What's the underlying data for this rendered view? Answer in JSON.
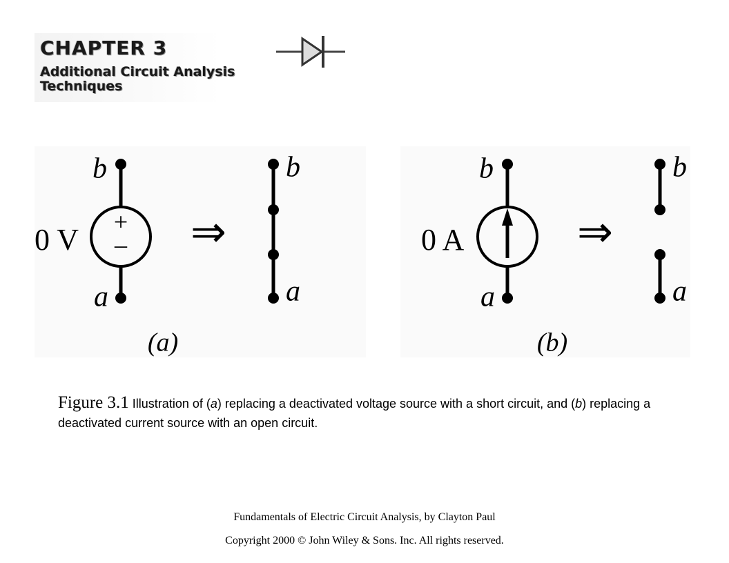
{
  "banner": {
    "title": "CHAPTER 3",
    "subtitle": "Additional Circuit Analysis Techniques",
    "icon": "diode-icon"
  },
  "figure": {
    "panel_a": {
      "source_label": "0 V",
      "plus_sign": "+",
      "minus_sign": "–",
      "arrow": "⇒",
      "node_top": "b",
      "node_bottom": "a",
      "result_node_top": "b",
      "result_node_bottom": "a",
      "panel_label": "(a)"
    },
    "panel_b": {
      "source_label": "0 A",
      "arrow": "⇒",
      "node_top": "b",
      "node_bottom": "a",
      "result_node_top": "b",
      "result_node_bottom": "a",
      "panel_label": "(b)"
    }
  },
  "caption": {
    "label": "Figure 3.1",
    "text_1": "Illustration of (",
    "em_a": "a",
    "text_2": ") replacing a deactivated voltage source with a short circuit, and (",
    "em_b": "b",
    "text_3": ") replacing a deactivated current source with an open circuit."
  },
  "footer": {
    "line1": "Fundamentals of Electric Circuit Analysis, by Clayton Paul",
    "line2": "Copyright 2000 © John Wiley & Sons. Inc. All rights reserved."
  }
}
